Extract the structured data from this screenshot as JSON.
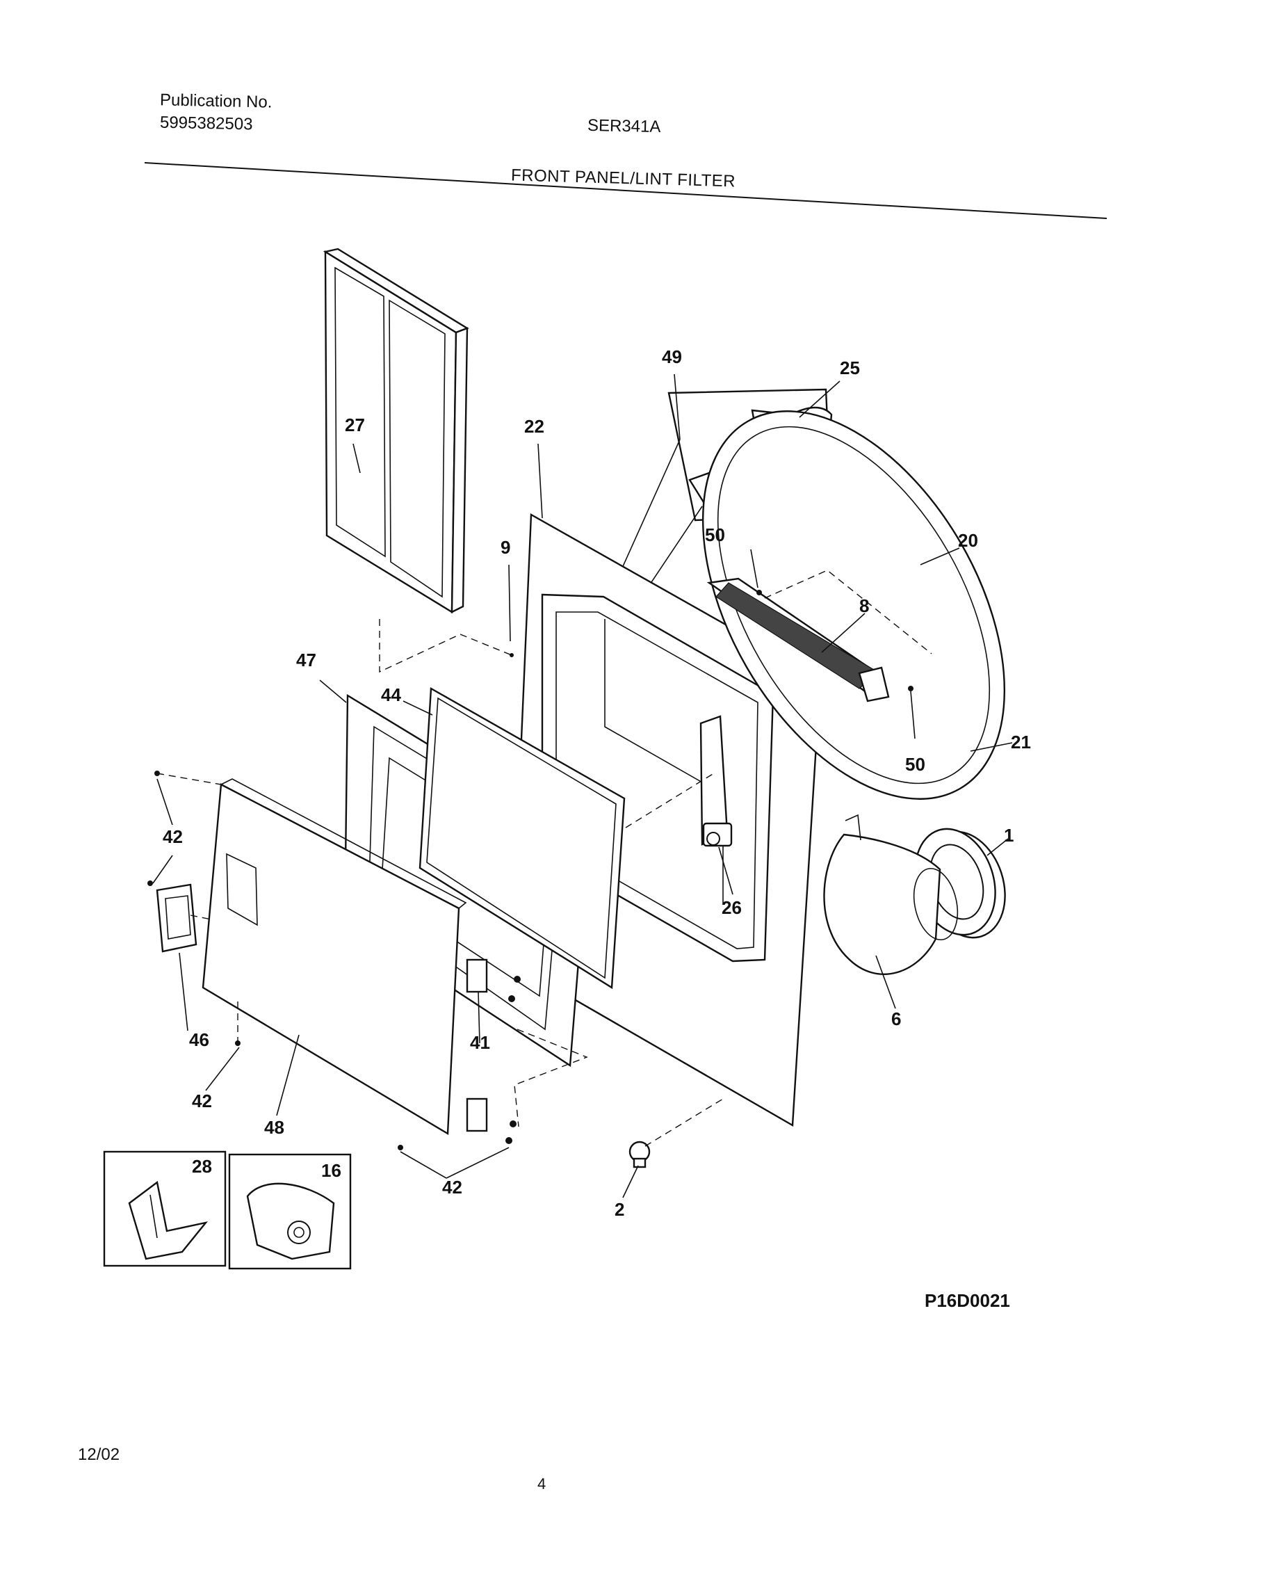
{
  "header": {
    "publication_label": "Publication No.",
    "publication_number": "5995382503",
    "model": "SER341A",
    "section_title": "FRONT PANEL/LINT FILTER"
  },
  "footer": {
    "drawing_id": "P16D0021",
    "date": "12/02",
    "page_number": "4"
  },
  "callouts": {
    "c49": "49",
    "c25": "25",
    "c27": "27",
    "c22": "22",
    "c9": "9",
    "c50a": "50",
    "c20": "20",
    "c8": "8",
    "c47": "47",
    "c44": "44",
    "c50b": "50",
    "c21": "21",
    "c42a": "42",
    "c1": "1",
    "c26": "26",
    "c46": "46",
    "c6": "6",
    "c41": "41",
    "c42b": "42",
    "c48": "48",
    "c28": "28",
    "c16": "16",
    "c42c": "42",
    "c2": "2"
  }
}
